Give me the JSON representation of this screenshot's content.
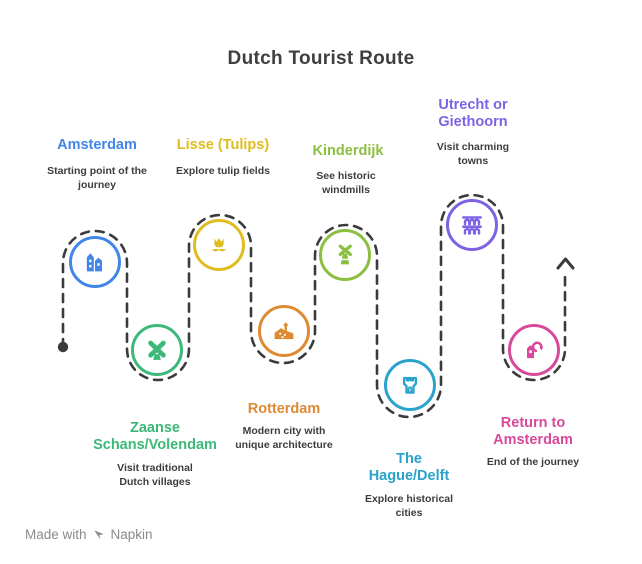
{
  "title": "Dutch Tourist Route",
  "path": {
    "color": "#3b3b3b",
    "style": "dashed",
    "start_marker": "dot",
    "end_marker": "up-arrow"
  },
  "stops": [
    {
      "label": "Amsterdam",
      "description": "Starting point of the\njourney",
      "color": "#4285e8",
      "icon": "canal-houses-icon"
    },
    {
      "label": "Zaanse\nSchans/Volendam",
      "description": "Visit traditional\nDutch villages",
      "color": "#3cb878",
      "icon": "windmill-icon"
    },
    {
      "label": "Lisse (Tulips)",
      "description": "Explore tulip fields",
      "color": "#e0bc20",
      "icon": "tulip-icon"
    },
    {
      "label": "Rotterdam",
      "description": "Modern city with\nunique architecture",
      "color": "#dd8a33",
      "icon": "modern-building-icon"
    },
    {
      "label": "Kinderdijk",
      "description": "See historic\nwindmills",
      "color": "#8cbf3f",
      "icon": "windmill-tower-icon"
    },
    {
      "label": "The\nHague/Delft",
      "description": "Explore historical\ncities",
      "color": "#29a3cc",
      "icon": "castle-icon"
    },
    {
      "label": "Utrecht or\nGiethoorn",
      "description": "Visit charming\ntowns",
      "color": "#7e62e5",
      "icon": "canal-bridge-icon"
    },
    {
      "label": "Return to\nAmsterdam",
      "description": "End of the journey",
      "color": "#d8499c",
      "icon": "return-building-icon"
    }
  ],
  "watermark": {
    "prefix": "Made with",
    "brand": "Napkin"
  }
}
